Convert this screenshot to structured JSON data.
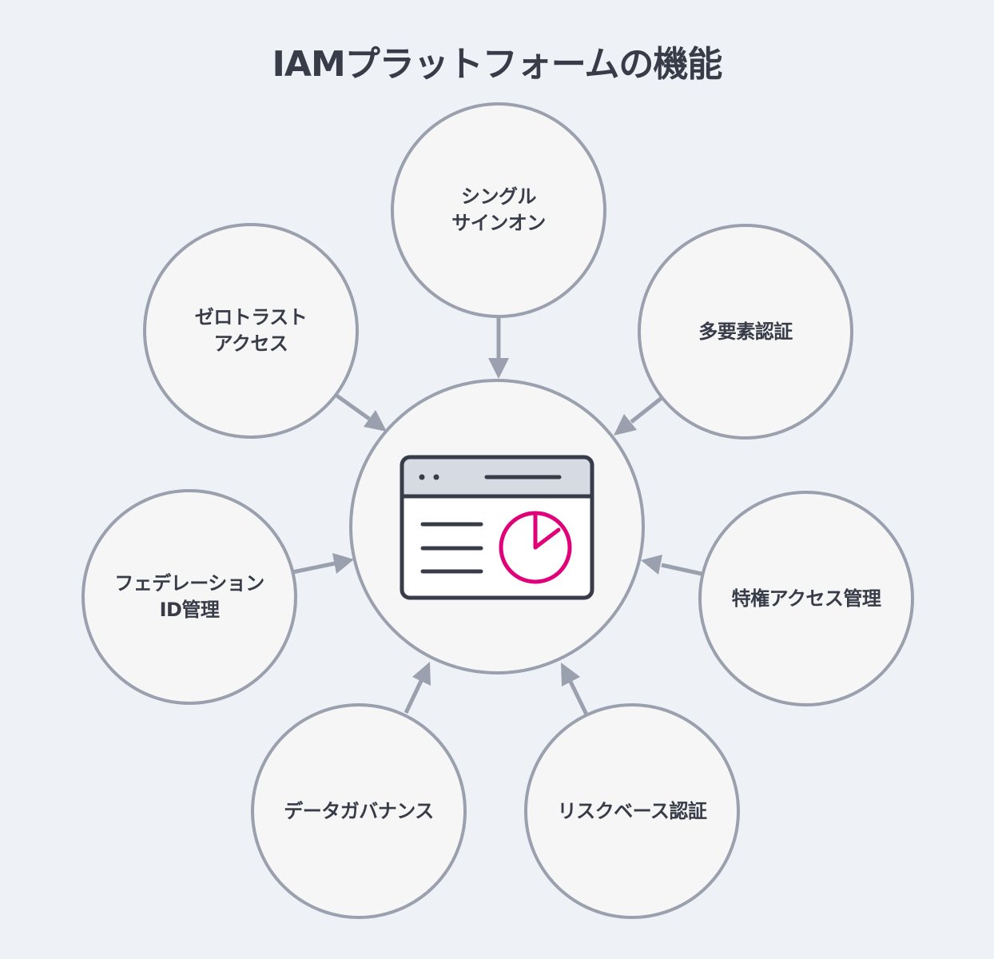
{
  "title": "IAMプラットフォームの機能",
  "colors": {
    "background": "#eef2f7",
    "circle_fill": "#f6f6f6",
    "circle_stroke": "#9aa0ad",
    "text": "#373c48",
    "accent": "#e0007a"
  },
  "hub": {
    "icon": "dashboard-window-pie-chart-icon"
  },
  "features": [
    {
      "id": "sso",
      "lines": [
        "シングル",
        "サインオン"
      ]
    },
    {
      "id": "mfa",
      "lines": [
        "多要素認証"
      ]
    },
    {
      "id": "pam",
      "lines": [
        "特権アクセス管理"
      ]
    },
    {
      "id": "risk",
      "lines": [
        "リスクベース認証"
      ]
    },
    {
      "id": "governance",
      "lines": [
        "データガバナンス"
      ]
    },
    {
      "id": "federation",
      "lines": [
        "フェデレーション",
        "ID管理"
      ]
    },
    {
      "id": "zerotrust",
      "lines": [
        "ゼロトラスト",
        "アクセス"
      ]
    }
  ]
}
